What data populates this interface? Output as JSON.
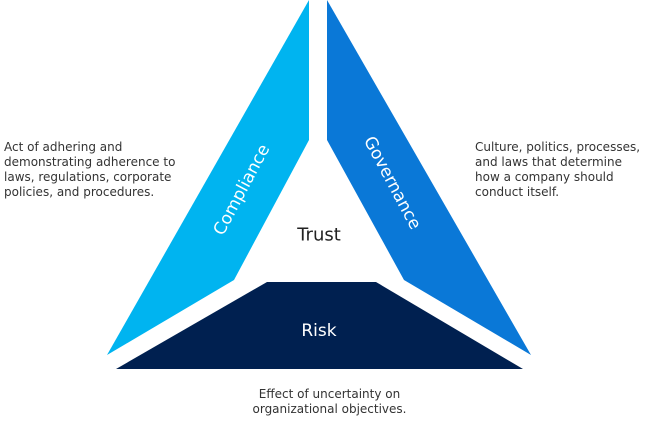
{
  "diagram": {
    "center_label": "Trust",
    "segments": {
      "compliance": {
        "label": "Compliance",
        "color": "#00b4f0",
        "description": "Act of adhering and\ndemonstrating adherence to\nlaws, regulations, corporate\npolicies, and procedures."
      },
      "governance": {
        "label": "Governance",
        "color": "#0a78d7",
        "description": "Culture, politics, processes,\nand laws that determine\nhow a company should\nconduct itself."
      },
      "risk": {
        "label": "Risk",
        "color": "#002050",
        "description": "Effect of uncertainty on\norganizational objectives."
      }
    }
  }
}
